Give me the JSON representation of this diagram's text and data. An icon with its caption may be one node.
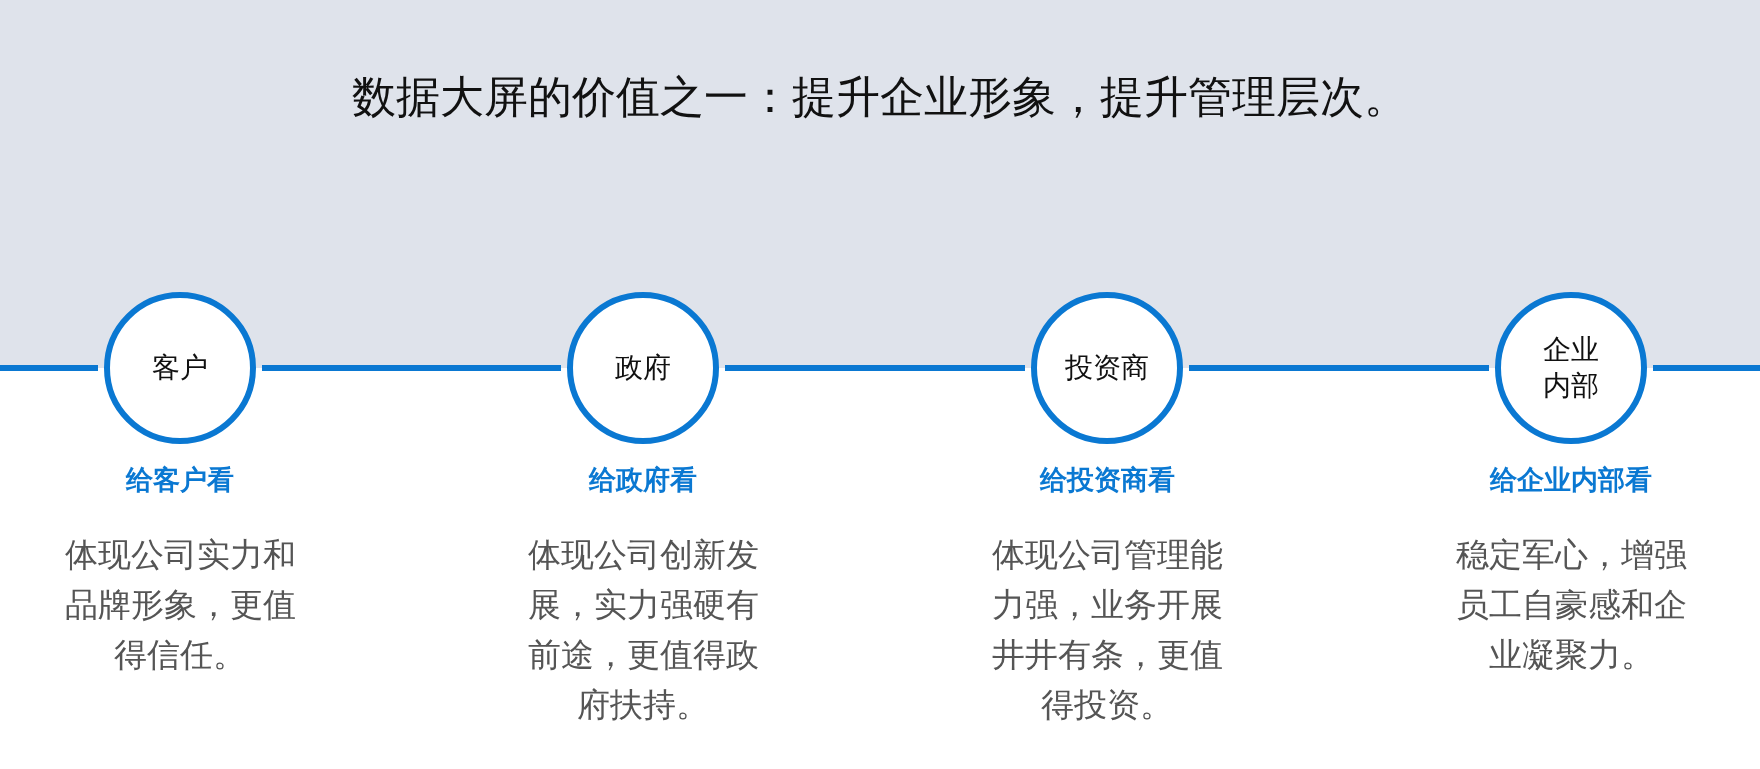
{
  "diagram": {
    "title": "数据大屏的价值之一：提升企业形象，提升管理层次。",
    "nodes": [
      {
        "text": [
          "客户"
        ],
        "beside": [
          "给客户看",
          "体现公司实力和品牌形象，更值得信任。"
        ]
      },
      {
        "text": [
          "政府"
        ],
        "beside": [
          "给政府看",
          "体现公司创新发展，实力强硬有前途，更值得政府扶持。"
        ]
      },
      {
        "text": [
          "投资商"
        ],
        "beside": [
          "给投资商看",
          "体现公司管理能力强，业务开展井井有条，更值得投资。"
        ]
      },
      {
        "text": [
          "企业内部"
        ],
        "beside": [
          "给企业内部看",
          "稳定军心，增强员工自豪感和企业凝聚力。"
        ]
      }
    ],
    "edges": [
      {
        "from": 0,
        "to": 1,
        "arrow": "none"
      },
      {
        "from": 1,
        "to": 2,
        "arrow": "none"
      },
      {
        "from": 2,
        "to": 3,
        "arrow": "none"
      }
    ]
  }
}
